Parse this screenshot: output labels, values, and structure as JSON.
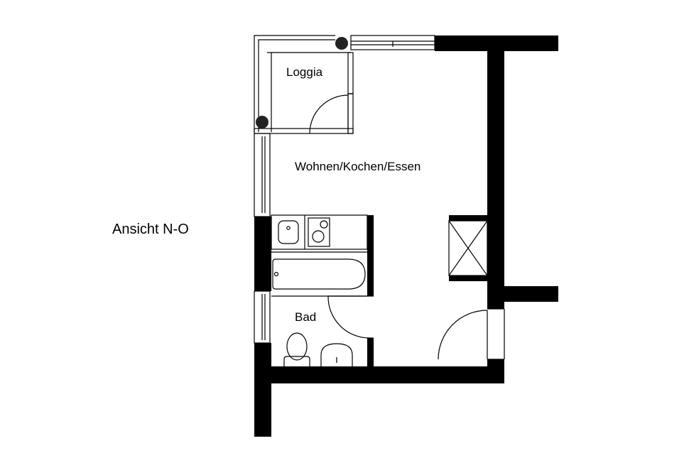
{
  "plan": {
    "view_label": "Ansicht N-O",
    "rooms": {
      "loggia": "Loggia",
      "living": "Wohnen/Kochen/Essen",
      "bath": "Bad"
    },
    "colors": {
      "wall": "#000000",
      "background": "#ffffff",
      "line": "#000000"
    }
  }
}
